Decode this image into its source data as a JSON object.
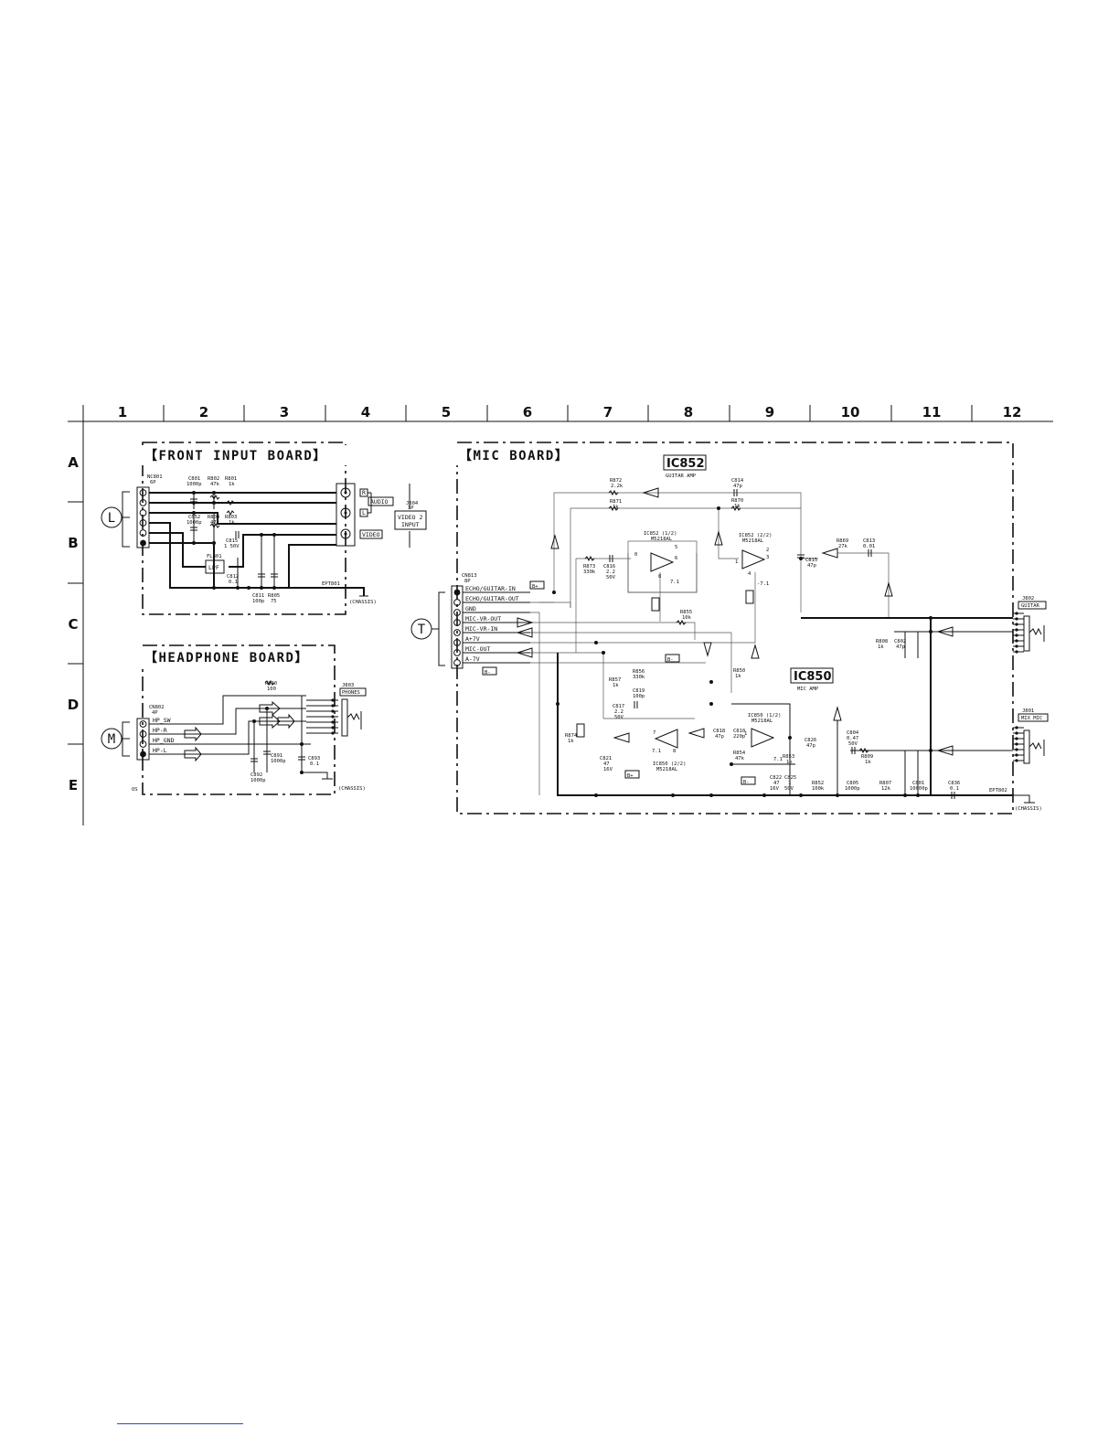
{
  "grid": {
    "columns": [
      "1",
      "2",
      "3",
      "4",
      "5",
      "6",
      "7",
      "8",
      "9",
      "10",
      "11",
      "12"
    ],
    "rows": [
      "A",
      "B",
      "C",
      "D",
      "E"
    ]
  },
  "boards": {
    "front": {
      "title": "【FRONT INPUT BOARD】",
      "marker": "L",
      "connector": [
        "NC801",
        "6P"
      ],
      "labels": {
        "c801": [
          "C801",
          "1000p"
        ],
        "r802": [
          "R802",
          "47k"
        ],
        "r801": [
          "R801",
          "1k"
        ],
        "c852": [
          "C852",
          "1000p"
        ],
        "r804": [
          "R804",
          "47k"
        ],
        "r803": [
          "R803",
          "1k"
        ],
        "c815": [
          "C815",
          "1 50V"
        ],
        "fl801": "FL801",
        "lpf": "LPF",
        "c812": [
          "C812",
          "0.1"
        ],
        "c811": [
          "C811",
          "100p"
        ],
        "r805": [
          "R805",
          "75"
        ],
        "ept801": "EPT801",
        "chassis": "(CHASSIS)",
        "r": "R",
        "l": "L",
        "audio": "AUDIO",
        "video": "VIDEO",
        "j804": [
          "J804",
          "3P"
        ],
        "video2": [
          "VIDEO 2",
          "INPUT"
        ]
      }
    },
    "headphone": {
      "title": "【HEADPHONE BOARD】",
      "marker": "M",
      "connector": [
        "CN802",
        "4P"
      ],
      "pins": [
        "HP_SW",
        "HP-R",
        "HP_GND",
        "HP-L"
      ],
      "labels": {
        "r810": [
          "R810",
          "100"
        ],
        "j803": "J803",
        "phones": "PHONES",
        "c891": [
          "C891",
          "1000p"
        ],
        "c892": [
          "C892",
          "1000p"
        ],
        "c893": [
          "C893",
          "0.1"
        ],
        "chassis": "(CHASSIS)",
        "os": "OS"
      }
    },
    "mic": {
      "title": "【MIC BOARD】",
      "marker": "T",
      "connector": [
        "CN813",
        "8P"
      ],
      "pins": [
        "ECHO/GUITAR-IN",
        "ECHO/GUITAR-OUT",
        "GND",
        "MIC-VR-OUT",
        "MIC-VR-IN",
        "A+7V",
        "MIC-OUT",
        "A-7V"
      ],
      "ic852": {
        "name": "IC852",
        "desc": "GUITAR AMP"
      },
      "ic850": {
        "name": "IC850",
        "desc": "MIC AMP"
      },
      "labels": {
        "r872": [
          "R872",
          "2.2k"
        ],
        "r871": [
          "R871",
          "1k"
        ],
        "c814": [
          "C814",
          "47p"
        ],
        "r870": [
          "R870",
          "1k"
        ],
        "ic852a": [
          "IC852 (1/2)",
          "M5218AL"
        ],
        "ic852b": [
          "IC852 (2/2)",
          "M5218AL"
        ],
        "r873": [
          "R873",
          "330k"
        ],
        "c816": [
          "C816",
          "2.2",
          "50V"
        ],
        "r869": [
          "R869",
          "27k"
        ],
        "c813": [
          "C813",
          "0.01"
        ],
        "c815": [
          "C815",
          "47p"
        ],
        "r855": [
          "R855",
          "10k"
        ],
        "r850": [
          "R850",
          "1k"
        ],
        "r857": [
          "R857",
          "1k"
        ],
        "r856": [
          "R856",
          "330k"
        ],
        "c819": [
          "C819",
          "100p"
        ],
        "c817": [
          "C817",
          "2.2",
          "50V"
        ],
        "r874": [
          "R874",
          "1k"
        ],
        "c821": [
          "C821",
          "47",
          "16V"
        ],
        "ic850b": [
          "IC850 (2/2)",
          "M5218AL"
        ],
        "ic850a": [
          "IC850 (1/2)",
          "M5218AL"
        ],
        "c818": [
          "C818",
          "47p"
        ],
        "c810": [
          "C810",
          "220p"
        ],
        "r854": [
          "R854",
          "47k"
        ],
        "r853": [
          "R853",
          "1k"
        ],
        "c826": [
          "C826",
          "47p"
        ],
        "c822": [
          "C822",
          "47",
          "16V"
        ],
        "c825": [
          "C825",
          "1",
          "50V"
        ],
        "r852": [
          "R852",
          "100k"
        ],
        "c805": [
          "C805",
          "1000p"
        ],
        "c804": [
          "C804",
          "0.47",
          "50V"
        ],
        "r809": [
          "R809",
          "1k"
        ],
        "r807": [
          "R807",
          "12k"
        ],
        "c801": [
          "C801",
          "10000p"
        ],
        "c836": [
          "C836",
          "0.1"
        ],
        "r808": [
          "R808",
          "1k"
        ],
        "c802": [
          "C802",
          "47p"
        ],
        "j802": "J802",
        "guitar": "GUITAR",
        "j801": "J801",
        "mixmic": "MIX MIC",
        "ept802": "EPT802",
        "chassis": "(CHASSIS)",
        "bplus": "B+",
        "bminus": "B-",
        "v0": "0",
        "v5": "5",
        "v71": "7.1",
        "vm71": "-7.1",
        "v1": "1",
        "v2": "2",
        "v3": "3",
        "v4": "4",
        "v6": "6",
        "v7": "7",
        "v8": "8"
      }
    }
  }
}
